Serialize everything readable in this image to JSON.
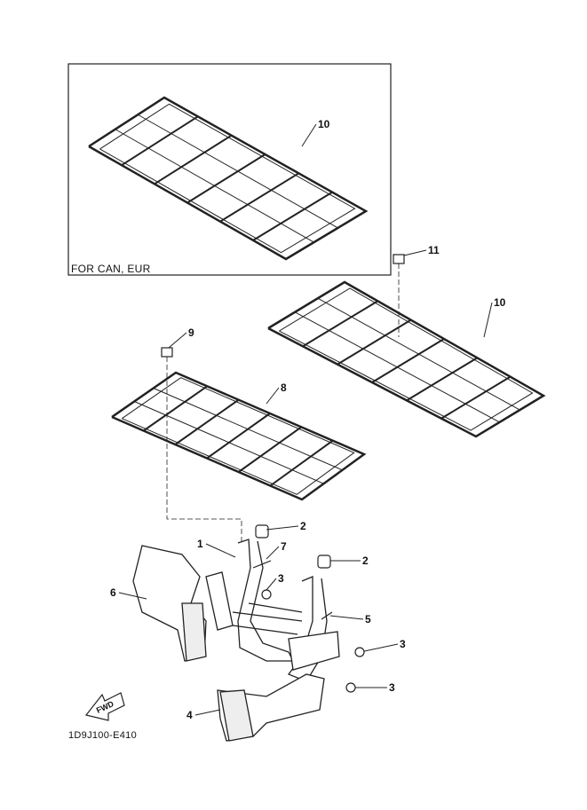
{
  "diagram": {
    "inset_note": "FOR CAN, EUR",
    "part_code": "1D9J100-E410",
    "fwd_arrow_text": "FWD",
    "callouts": [
      "10",
      "11",
      "10",
      "9",
      "8",
      "2",
      "1",
      "7",
      "2",
      "3",
      "6",
      "5",
      "3",
      "3",
      "4"
    ]
  }
}
